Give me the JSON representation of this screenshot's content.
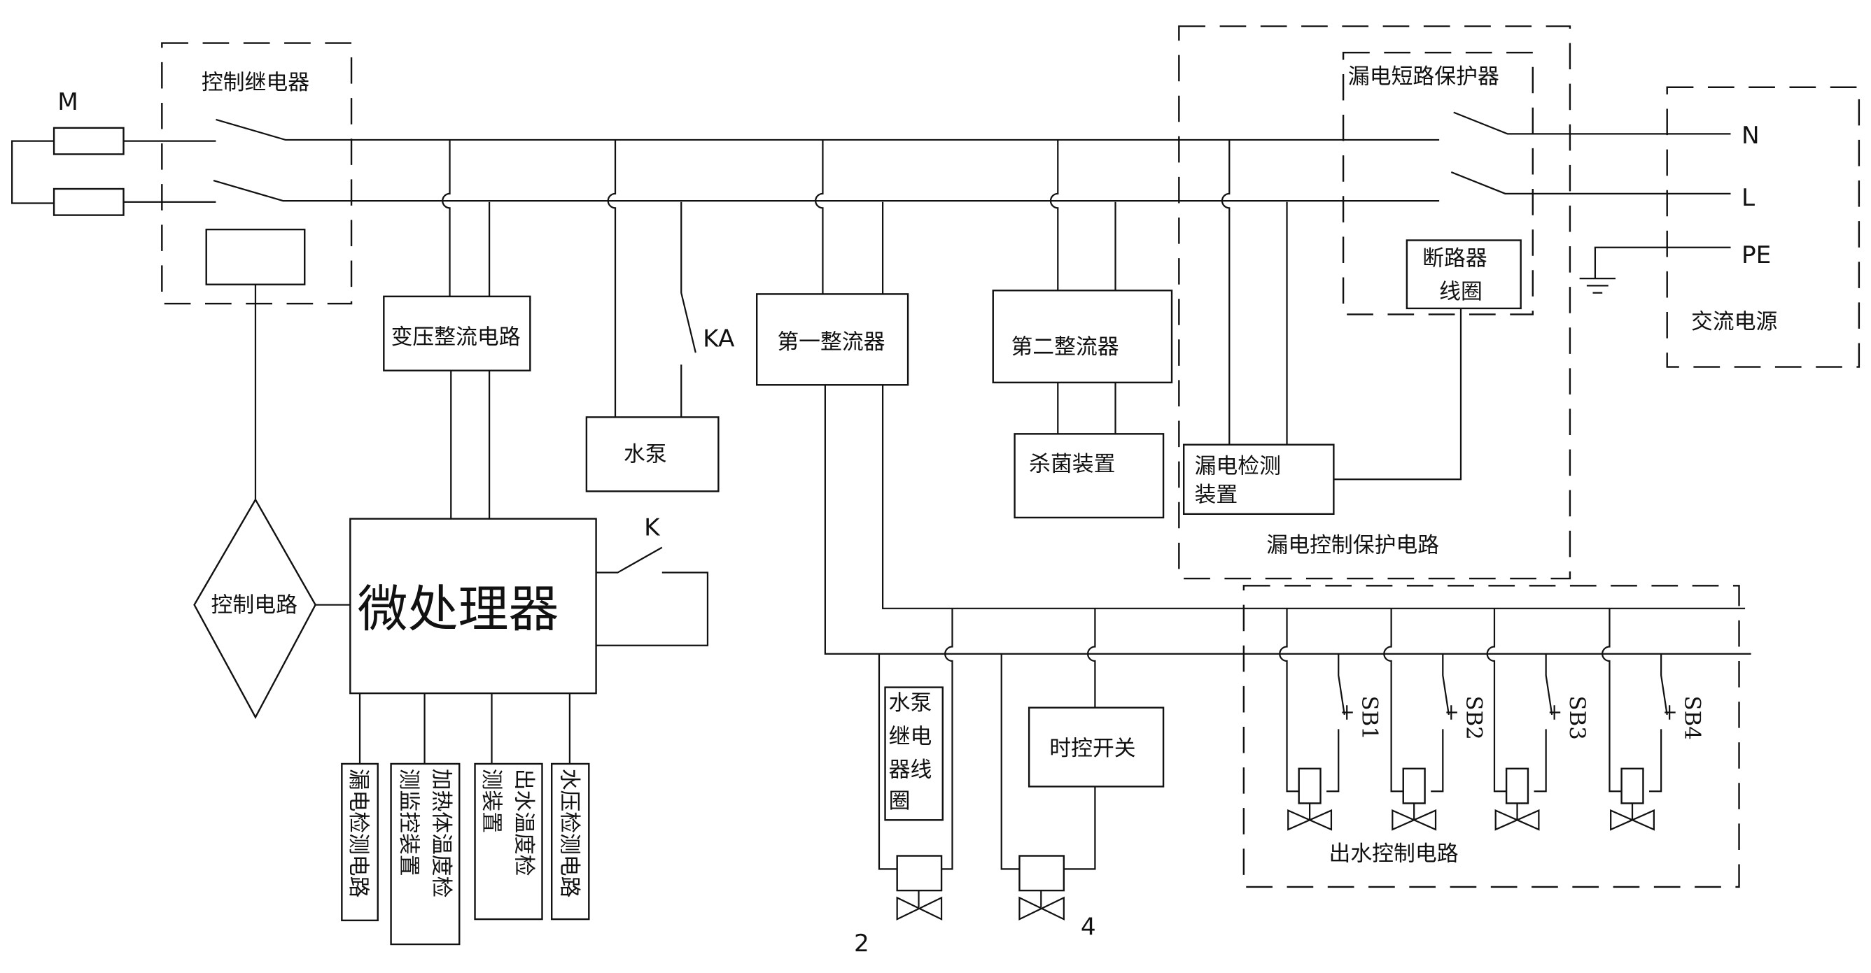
{
  "title_blocks": {
    "control_relay": "控制继电器",
    "motor": "M",
    "transformer_rectifier": "变压整流电路",
    "water_pump": "水泵",
    "ka_switch": "KA",
    "first_rectifier": "第一整流器",
    "second_rectifier": "第二整流器",
    "sterilizer": "杀菌装置",
    "leakage_detect_l1": "漏电检测",
    "leakage_detect_l2": "装置",
    "leakage_protection_circuit": "漏电控制保护电路",
    "leakage_short_protector": "漏电短路保护器",
    "breaker_coil_l1": "断路器",
    "breaker_coil_l2": "线圈",
    "ac_source": "交流电源",
    "terminal_n": "N",
    "terminal_l": "L",
    "terminal_pe": "PE",
    "control_circuit": "控制电路",
    "microprocessor": "微处理器",
    "k_switch": "K",
    "pump_relay_coil": [
      "水泵",
      "继电",
      "器线",
      "圈"
    ],
    "timer_switch": "时控开关",
    "outlet_control_circuit": "出水控制电路",
    "valve_2": "2",
    "valve_4": "4",
    "sb_buttons": [
      "SB1",
      "SB2",
      "SB3",
      "SB4"
    ],
    "sensors": [
      {
        "lines": [
          "漏电检测电路"
        ]
      },
      {
        "lines": [
          "加热体温度检",
          "测监控装置"
        ]
      },
      {
        "lines": [
          "出水温度检",
          "测装置"
        ]
      },
      {
        "lines": [
          "水压检测电路"
        ]
      }
    ]
  }
}
